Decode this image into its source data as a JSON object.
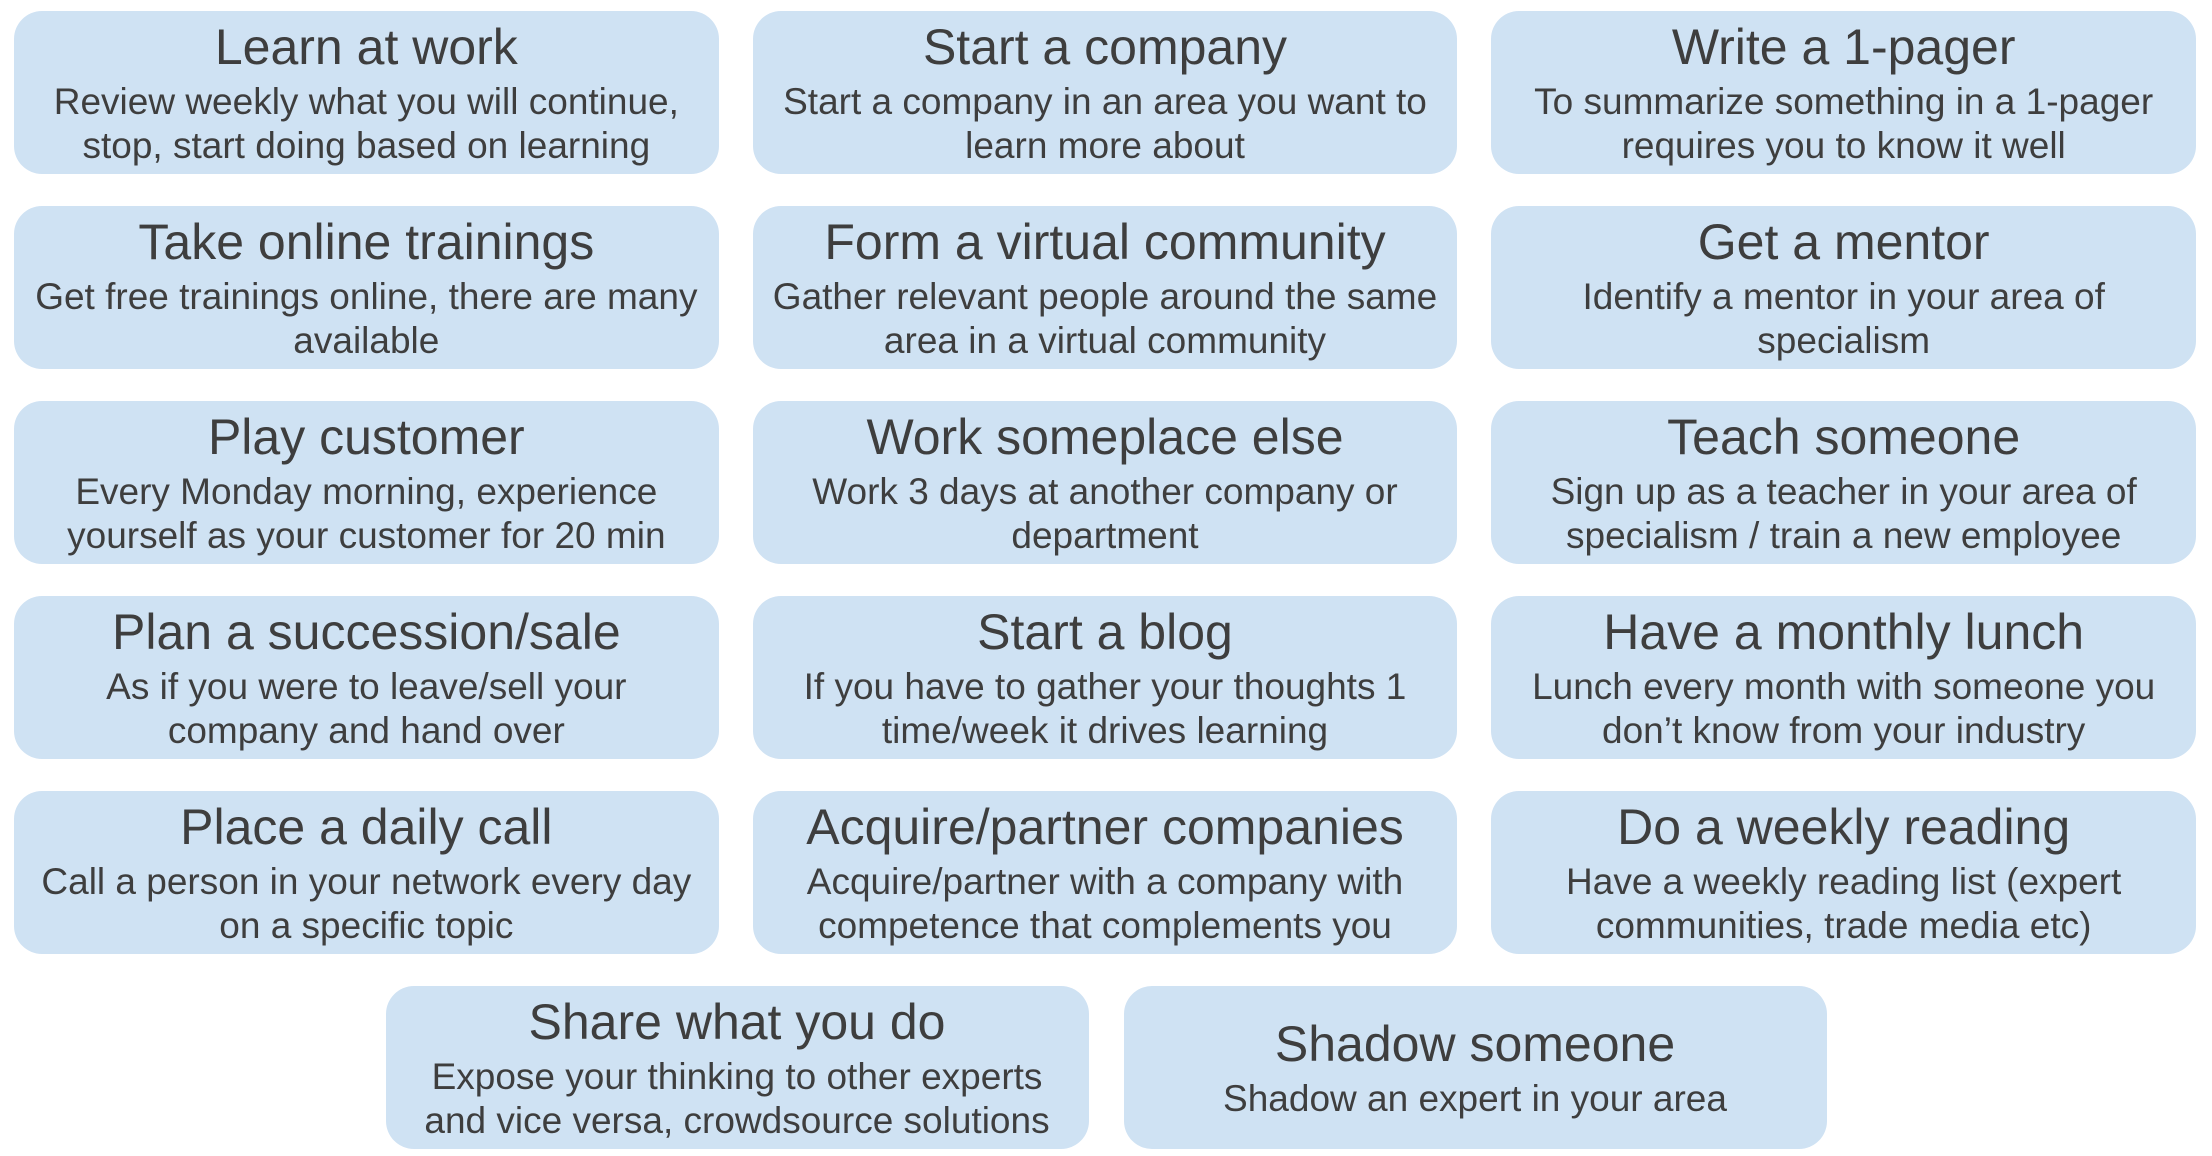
{
  "page": {
    "background_color": "#ffffff"
  },
  "card_style": {
    "background_color": "#cfe2f3",
    "text_color": "#3e3e3e"
  },
  "cards": [
    {
      "title": "Learn at work",
      "description": "Review weekly what you will continue, stop, start doing based on learning"
    },
    {
      "title": "Start a company",
      "description": "Start a company in an area you want to learn more about"
    },
    {
      "title": "Write a 1-pager",
      "description": "To summarize something in a 1-pager requires you to know it well"
    },
    {
      "title": "Take online trainings",
      "description": "Get free trainings online, there are many available"
    },
    {
      "title": "Form a virtual community",
      "description": "Gather relevant people around the same area in a virtual community"
    },
    {
      "title": "Get a mentor",
      "description": "Identify a mentor in your area of specialism"
    },
    {
      "title": "Play customer",
      "description": "Every Monday morning, experience yourself as your customer for 20 min"
    },
    {
      "title": "Work someplace else",
      "description": "Work 3 days at another company or department"
    },
    {
      "title": "Teach someone",
      "description": "Sign up as a teacher in your area of specialism / train a new employee"
    },
    {
      "title": "Plan a succession/sale",
      "description": "As if you were to leave/sell your company and hand over"
    },
    {
      "title": "Start a blog",
      "description": "If you have to gather your thoughts 1 time/week it drives learning"
    },
    {
      "title": "Have a monthly lunch",
      "description": "Lunch every month with someone you don’t know from your industry"
    },
    {
      "title": "Place a daily call",
      "description": "Call a person in your network every day on a specific topic"
    },
    {
      "title": "Acquire/partner companies",
      "description": "Acquire/partner with a company with competence that complements you"
    },
    {
      "title": "Do a weekly reading",
      "description": "Have a weekly reading list (expert communities, trade media etc)"
    }
  ],
  "bottom_cards": [
    {
      "title": "Share what you do",
      "description": "Expose your thinking to other experts and vice versa, crowdsource solutions"
    },
    {
      "title": "Shadow someone",
      "description": "Shadow an expert in your area"
    }
  ]
}
